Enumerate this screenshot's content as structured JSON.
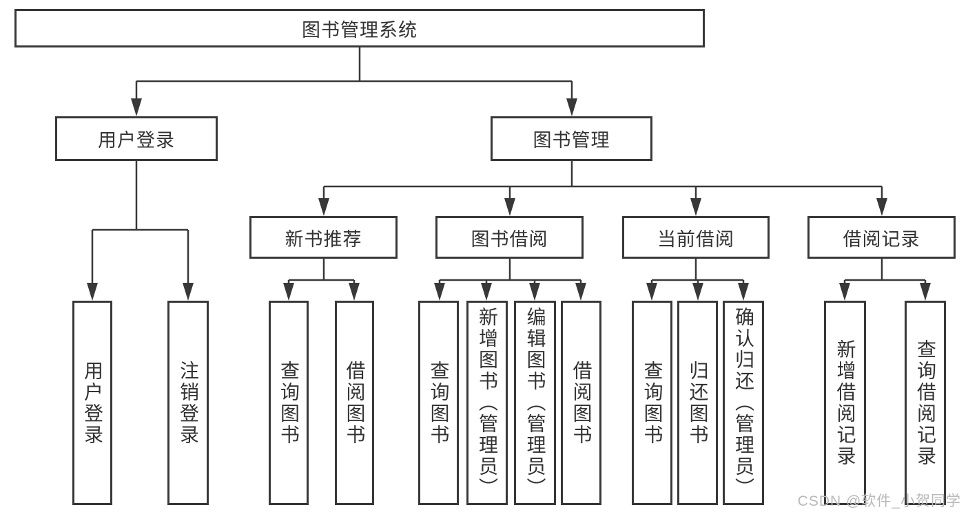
{
  "root": {
    "label": "图书管理系统"
  },
  "branches": [
    {
      "label": "用户登录",
      "children": [
        {
          "label": "用户登录"
        },
        {
          "label": "注销登录"
        }
      ]
    },
    {
      "label": "图书管理",
      "sections": [
        {
          "label": "新书推荐",
          "children": [
            {
              "label": "查询图书"
            },
            {
              "label": "借阅图书"
            }
          ]
        },
        {
          "label": "图书借阅",
          "children": [
            {
              "label": "查询图书"
            },
            {
              "label": "新增图书（管理员）"
            },
            {
              "label": "编辑图书（管理员）"
            },
            {
              "label": "借阅图书"
            }
          ]
        },
        {
          "label": "当前借阅",
          "children": [
            {
              "label": "查询图书"
            },
            {
              "label": "归还图书"
            },
            {
              "label": "确认归还（管理员）"
            }
          ]
        },
        {
          "label": "借阅记录",
          "children": [
            {
              "label": "新增借阅记录"
            },
            {
              "label": "查询借阅记录"
            }
          ]
        }
      ]
    }
  ],
  "watermark": "CSDN @软件_小贺同学",
  "colors": {
    "line": "#383838",
    "box_border": "#383838",
    "text": "#333333",
    "background": "#ffffff",
    "watermark": "#b9b9b9"
  }
}
